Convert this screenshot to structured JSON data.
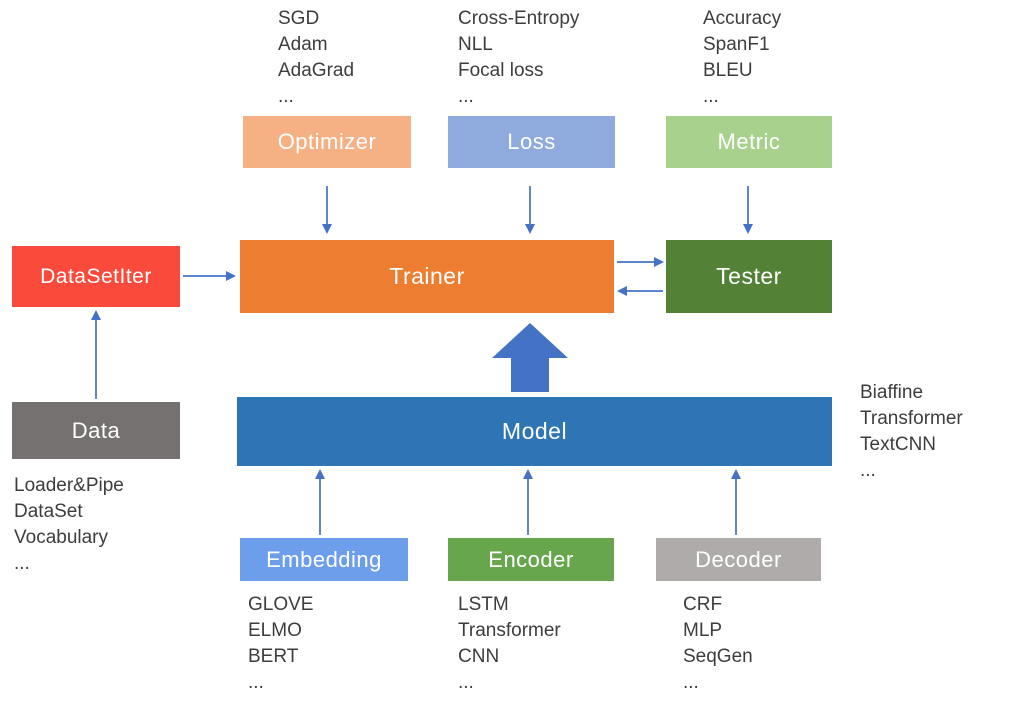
{
  "colors": {
    "optimizer": "#F5B183",
    "loss": "#8FAADC",
    "metric": "#A9D18E",
    "datasetiter": "#FA4A3B",
    "trainer": "#ED7D31",
    "tester": "#538135",
    "model": "#2E75B6",
    "embedding": "#6D9EEB",
    "encoder": "#68A64D",
    "decoder": "#AFABAB",
    "data": "#767171",
    "arrow": "#4472C4",
    "list_text": "#3d3d3d"
  },
  "boxes": {
    "optimizer": "Optimizer",
    "loss": "Loss",
    "metric": "Metric",
    "datasetiter": "DataSetIter",
    "trainer": "Trainer",
    "tester": "Tester",
    "model": "Model",
    "embedding": "Embedding",
    "encoder": "Encoder",
    "decoder": "Decoder",
    "data": "Data"
  },
  "lists": {
    "optimizer": [
      "SGD",
      "Adam",
      "AdaGrad",
      "..."
    ],
    "loss": [
      "Cross-Entropy",
      "NLL",
      "Focal loss",
      "..."
    ],
    "metric": [
      "Accuracy",
      "SpanF1",
      "BLEU",
      "..."
    ],
    "model": [
      "Biaffine",
      "Transformer",
      "TextCNN",
      "..."
    ],
    "data": [
      "Loader&Pipe",
      "DataSet",
      "Vocabulary",
      "..."
    ],
    "embedding": [
      "GLOVE",
      "ELMO",
      "BERT",
      "..."
    ],
    "encoder": [
      "LSTM",
      "Transformer",
      "CNN",
      "..."
    ],
    "decoder": [
      "CRF",
      "MLP",
      "SeqGen",
      "..."
    ]
  }
}
